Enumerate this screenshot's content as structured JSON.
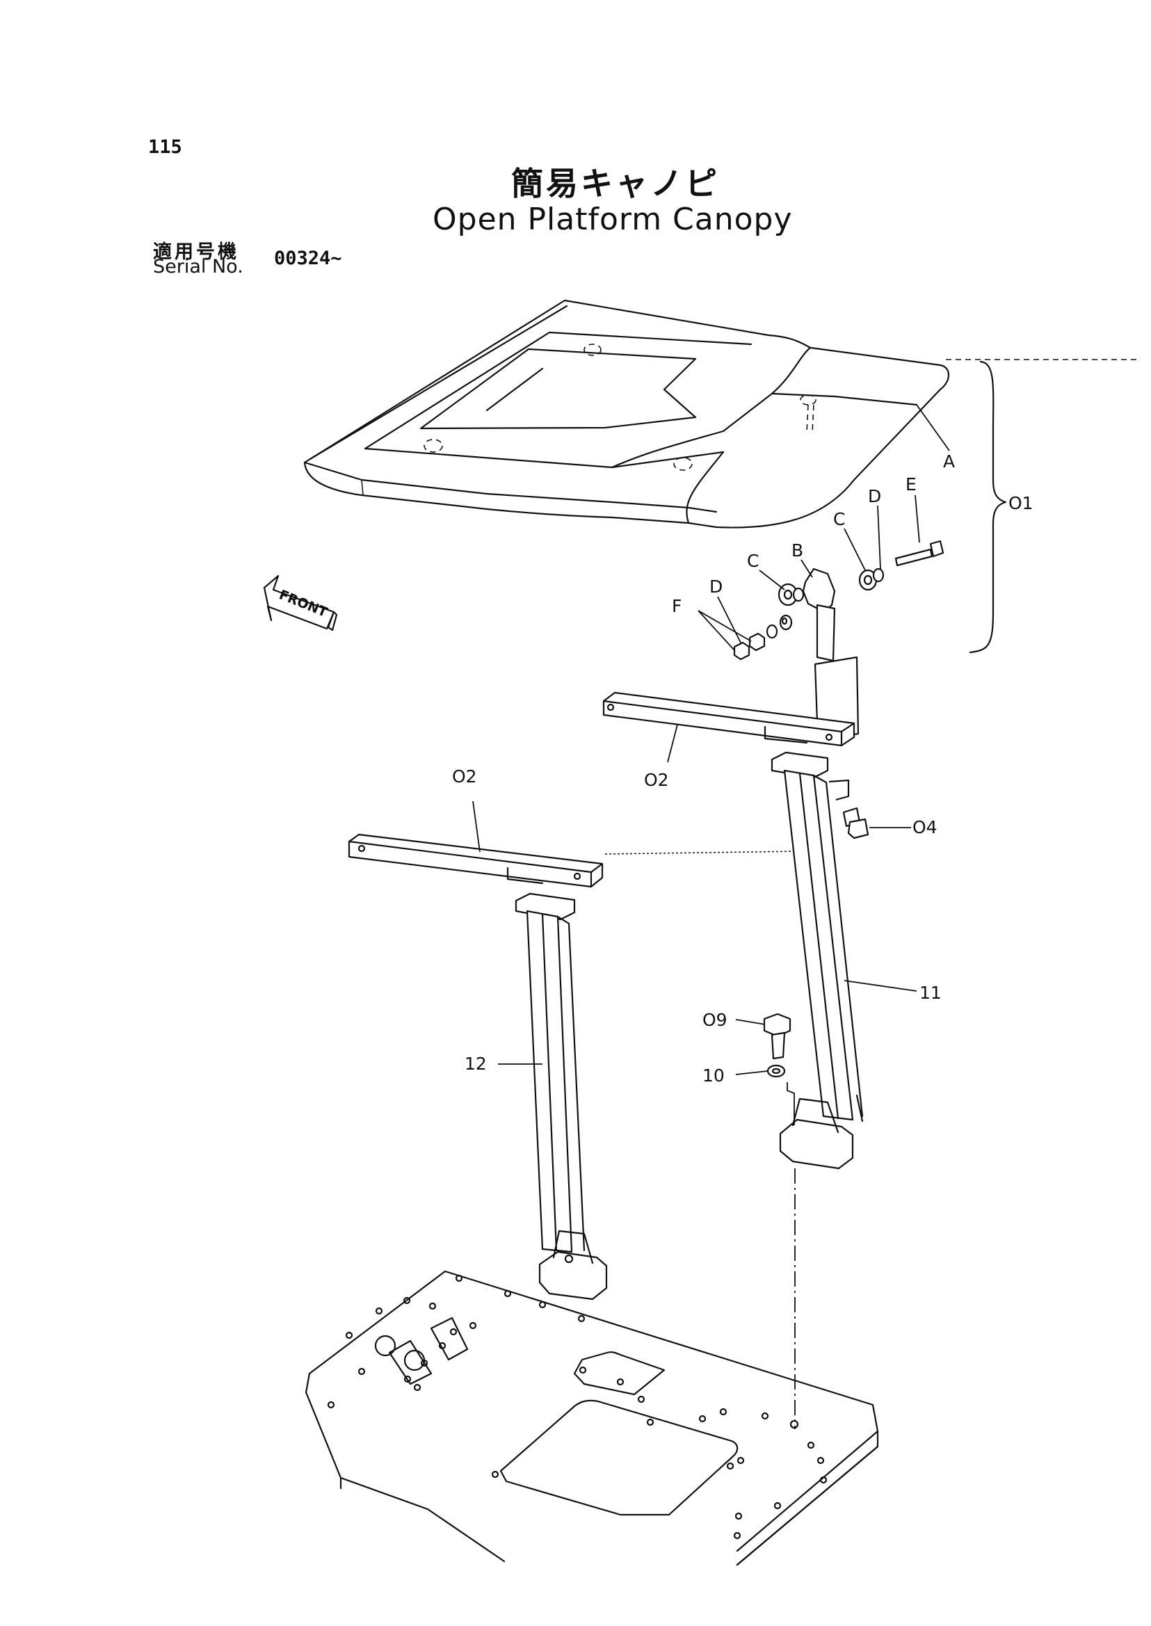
{
  "page_number": "115",
  "title": {
    "japanese": "簡易キャノピ",
    "english": "Open Platform Canopy"
  },
  "serial": {
    "label_japanese": "適用号機",
    "label_english": "Serial No.",
    "value": "00324~"
  },
  "direction_marker": "FRONT",
  "callouts": {
    "a": "A",
    "b": "B",
    "c_left": "C",
    "c_right": "C",
    "d_left": "D",
    "d_right": "D",
    "e": "E",
    "f": "F",
    "p01": "O1",
    "p02_left": "O2",
    "p02_right": "O2",
    "p04": "O4",
    "p09": "O9",
    "p10": "10",
    "p11": "11",
    "p12": "12"
  }
}
